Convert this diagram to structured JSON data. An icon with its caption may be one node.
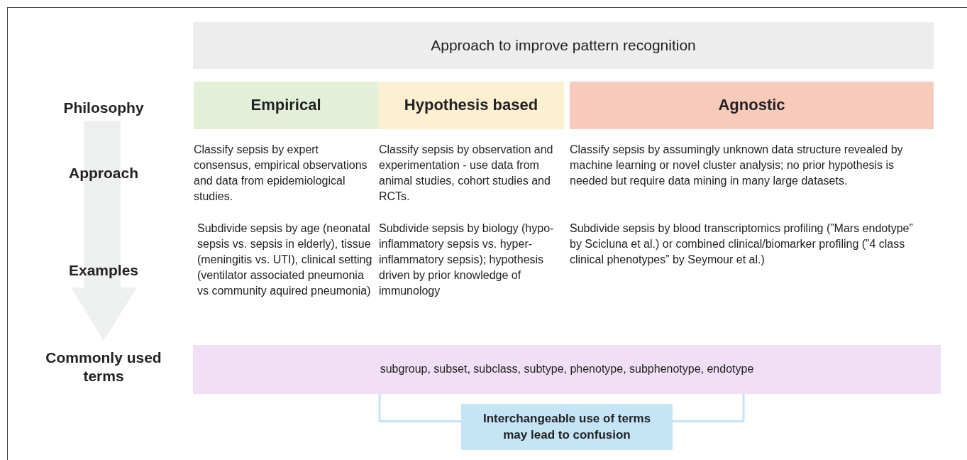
{
  "diagram": {
    "nodes": [
      {
        "text": [
          "Approach to improve pattern recognition"
        ]
      },
      {
        "text": [
          "Empirical"
        ]
      },
      {
        "text": [
          "Hypothesis based"
        ]
      },
      {
        "text": [
          "Agnostic"
        ]
      },
      {
        "text": [
          "subgroup, subset, subclass, subtype, phenotype, subphenotype, endotype"
        ]
      },
      {
        "text": [
          "Interchangeable use of terms may lead to confusion"
        ]
      }
    ],
    "edges": [
      {
        "from": 4,
        "to": 5,
        "arrow": "none"
      },
      {
        "from": 4,
        "to": 5,
        "arrow": "none"
      }
    ],
    "labels": [
      "Philosophy",
      "Approach",
      "Classify sepsis by expert consensus, empirical observations and data from epidemiological studies.",
      "Classify sepsis by observation and experimentation - use data from animal studies, cohort studies and RCTs.",
      "Classify sepsis by assumingly unknown data structure revealed by machine learning or novel cluster analysis; no prior hypothesis is needed but require data mining in many large datasets.",
      "Subdivide sepsis by age (neonatal sepsis vs. sepsis in elderly), tissue (meningitis vs. UTI), clinical setting (ventilator associated pneumonia vs community aquired pneumonia)",
      "Subdivide sepsis by biology (hypo-inflammatory sepsis vs. hyper-inflammatory sepsis); hypothesis driven by prior knowledge of immunology",
      "Subdivide sepsis by blood transcriptomics profiling (”Mars endotype” by Scicluna et al.) or combined clinical/biomarker profiling (”4 class clinical phenotypes” by Seymour et al.)",
      "Examples",
      "Commonly used terms"
    ]
  }
}
